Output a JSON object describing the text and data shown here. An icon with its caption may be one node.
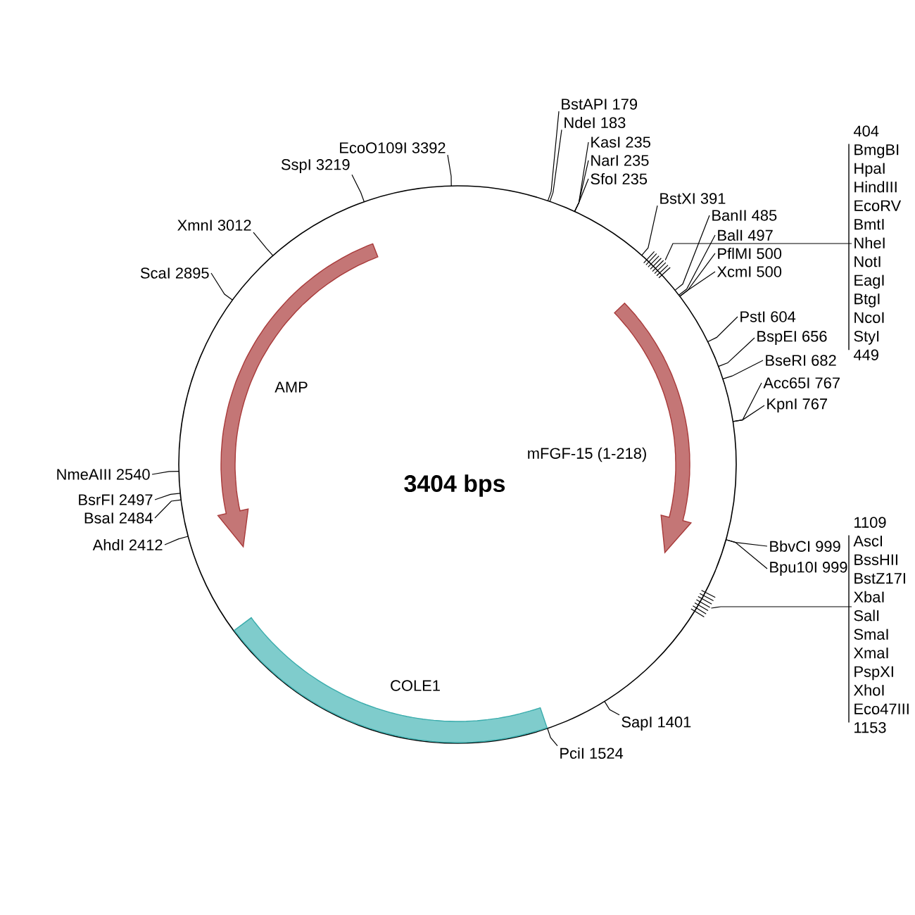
{
  "diagram": {
    "nodes": [
      {
        "text": [
          "BstAPI 179"
        ]
      },
      {
        "text": [
          "NdeI 183"
        ]
      },
      {
        "text": [
          "KasI 235"
        ]
      },
      {
        "text": [
          "NarI 235"
        ]
      },
      {
        "text": [
          "SfoI 235"
        ]
      },
      {
        "text": [
          "404",
          "BmgBI",
          "HpaI",
          "HindIII",
          "EcoRV",
          "BmtI",
          "NheI",
          "NotI",
          "EagI",
          "BtgI",
          "NcoI",
          "StyI",
          "449"
        ]
      },
      {
        "text": [
          "BstXI 391"
        ]
      },
      {
        "text": [
          "BanII 485"
        ]
      },
      {
        "text": [
          "BalI 497"
        ]
      },
      {
        "text": [
          "PflMI 500"
        ]
      },
      {
        "text": [
          "XcmI 500"
        ]
      },
      {
        "text": [
          "PstI 604"
        ]
      },
      {
        "text": [
          "BspEI 656"
        ]
      },
      {
        "text": [
          "BseRI 682"
        ]
      },
      {
        "text": [
          "Acc65I 767"
        ]
      },
      {
        "text": [
          "KpnI 767"
        ]
      },
      {
        "text": [
          "BbvCI 999"
        ]
      },
      {
        "text": [
          "Bpu10I 999"
        ]
      },
      {
        "text": [
          "1109",
          "AscI",
          "BssHII",
          "BstZ17I",
          "XbaI",
          "SalI",
          "SmaI",
          "XmaI",
          "PspXI",
          "XhoI",
          "Eco47III",
          "1153"
        ]
      },
      {
        "text": [
          "SapI 1401"
        ]
      },
      {
        "text": [
          "PciI 1524"
        ]
      },
      {
        "text": [
          "AhdI 2412"
        ]
      },
      {
        "text": [
          "BsaI 2484"
        ]
      },
      {
        "text": [
          "BsrFI 2497"
        ]
      },
      {
        "text": [
          "NmeAIII 2540"
        ]
      },
      {
        "text": [
          "ScaI 2895"
        ]
      },
      {
        "text": [
          "XmnI 3012"
        ]
      },
      {
        "text": [
          "SspI 3219"
        ]
      },
      {
        "text": [
          "EcoO109I 3392"
        ]
      }
    ],
    "edges": [
      {
        "from": 0,
        "to": null,
        "arrow": "none"
      },
      {
        "from": 1,
        "to": null,
        "arrow": "none"
      },
      {
        "from": 2,
        "to": null,
        "arrow": "none"
      },
      {
        "from": 3,
        "to": null,
        "arrow": "none"
      },
      {
        "from": 4,
        "to": null,
        "arrow": "none"
      },
      {
        "from": 5,
        "to": null,
        "arrow": "none"
      },
      {
        "from": 6,
        "to": null,
        "arrow": "none"
      },
      {
        "from": 7,
        "to": null,
        "arrow": "none"
      },
      {
        "from": 8,
        "to": null,
        "arrow": "none"
      },
      {
        "from": 9,
        "to": null,
        "arrow": "none"
      },
      {
        "from": 10,
        "to": null,
        "arrow": "none"
      },
      {
        "from": 11,
        "to": null,
        "arrow": "none"
      },
      {
        "from": 12,
        "to": null,
        "arrow": "none"
      },
      {
        "from": 13,
        "to": null,
        "arrow": "none"
      },
      {
        "from": 14,
        "to": null,
        "arrow": "none"
      },
      {
        "from": 15,
        "to": null,
        "arrow": "none"
      },
      {
        "from": 16,
        "to": null,
        "arrow": "none"
      },
      {
        "from": 17,
        "to": null,
        "arrow": "none"
      },
      {
        "from": 18,
        "to": null,
        "arrow": "none"
      },
      {
        "from": 19,
        "to": null,
        "arrow": "none"
      },
      {
        "from": 20,
        "to": null,
        "arrow": "none"
      },
      {
        "from": 21,
        "to": null,
        "arrow": "none"
      },
      {
        "from": 22,
        "to": null,
        "arrow": "none"
      },
      {
        "from": 23,
        "to": null,
        "arrow": "none"
      },
      {
        "from": 24,
        "to": null,
        "arrow": "none"
      },
      {
        "from": 25,
        "to": null,
        "arrow": "none"
      },
      {
        "from": 26,
        "to": null,
        "arrow": "none"
      },
      {
        "from": 27,
        "to": null,
        "arrow": "none"
      },
      {
        "from": 28,
        "to": null,
        "arrow": "none"
      }
    ],
    "labels": [
      "AMP",
      "mFGF-15 (1-218)",
      "3404 bps",
      "COLE1"
    ]
  }
}
